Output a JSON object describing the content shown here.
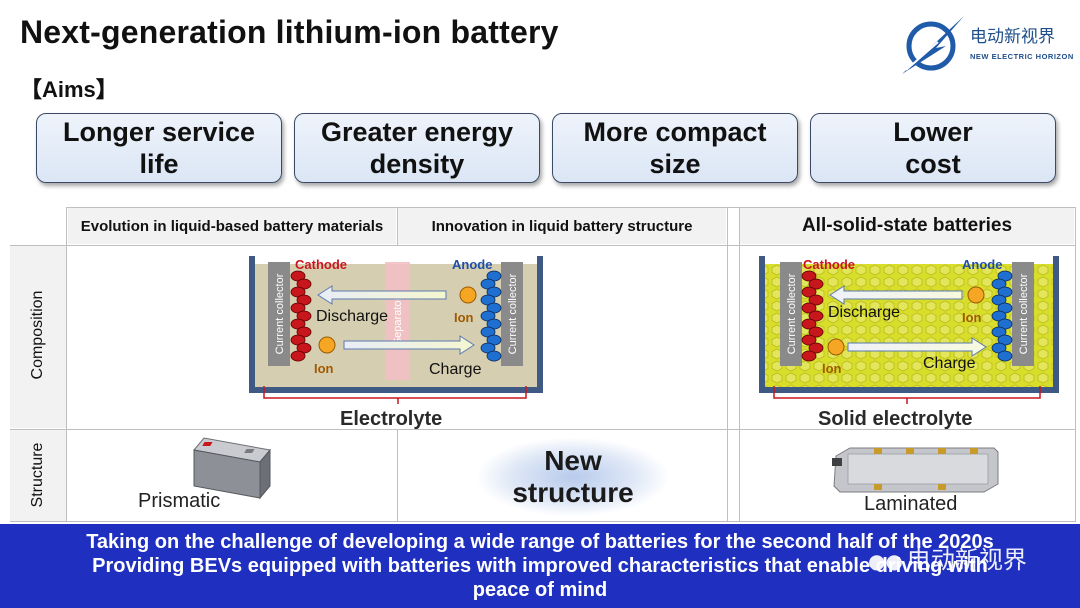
{
  "title": "Next-generation lithium-ion battery",
  "aims_label": "【Aims】",
  "logo": {
    "cn": "电动新视界",
    "en": "NEW ELECTRIC HORIZON"
  },
  "aims": [
    {
      "line1": "Longer service",
      "line2": "life"
    },
    {
      "line1": "Greater energy",
      "line2": "density"
    },
    {
      "line1": "More compact",
      "line2": "size"
    },
    {
      "line1": "Lower",
      "line2": "cost"
    }
  ],
  "table": {
    "headers": {
      "col1": "Evolution in liquid-based battery materials",
      "col2": "Innovation in liquid battery structure",
      "col3": "All-solid-state batteries"
    },
    "rows": {
      "composition": "Composition",
      "structure": "Structure"
    }
  },
  "diagram_liquid": {
    "cathode": "Cathode",
    "anode": "Anode",
    "current_collector": "Current collector",
    "separator": "Separator",
    "discharge": "Discharge",
    "charge": "Charge",
    "ion": "Ion",
    "electrolyte": "Electrolyte"
  },
  "diagram_solid": {
    "cathode": "Cathode",
    "anode": "Anode",
    "current_collector": "Current collector",
    "discharge": "Discharge",
    "charge": "Charge",
    "ion": "Ion",
    "electrolyte": "Solid electrolyte"
  },
  "structure": {
    "prismatic": "Prismatic",
    "new_structure_line1": "New",
    "new_structure_line2": "structure",
    "laminated": "Laminated"
  },
  "banner": {
    "line1": "Taking on the challenge of developing a wide range of batteries for the second half of the 2020s",
    "line2": "Providing BEVs equipped with batteries with improved characteristics that enable driving with",
    "line3": "peace of mind"
  },
  "watermark": "电动新视界",
  "colors": {
    "cathode": "#c8161d",
    "anode": "#1e6fd0",
    "liquid_electrolyte": "#d6ceb0",
    "solid_electrolyte": "#d9de2a",
    "ion": "#f5a623",
    "banner": "#1f2fbf"
  }
}
